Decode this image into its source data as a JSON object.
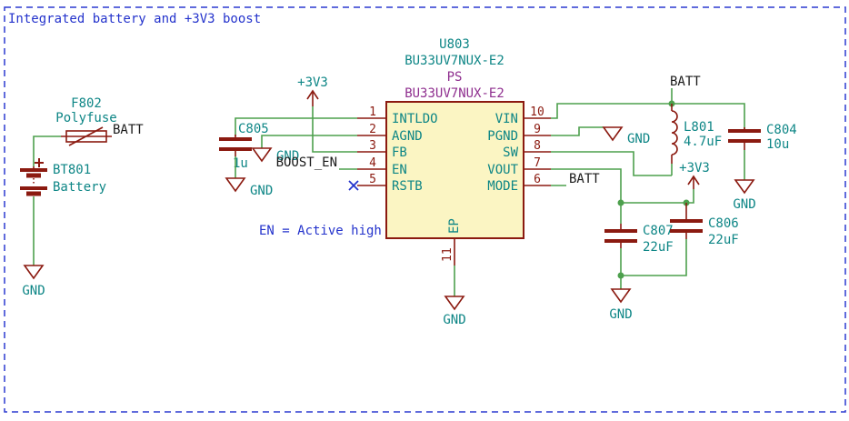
{
  "title": "Integrated battery and +3V3 boost",
  "note_en": "EN = Active high",
  "colors": {
    "border": "#2c3ad0",
    "annotation": "#2433cc",
    "wire": "#4da04d",
    "symbol": "#8b1a10",
    "field_ref": "#0e8686",
    "field_value2": "#8f2f8f",
    "label": "#1a1a1a",
    "ic_fill": "#fbf5c3"
  },
  "nets": {
    "batt": "BATT",
    "p3v3": "+3V3",
    "gnd": "GND",
    "boost_en": "BOOST_EN"
  },
  "components": {
    "fuse": {
      "ref": "F802",
      "value": "Polyfuse"
    },
    "battery": {
      "ref": "BT801",
      "value": "Battery"
    },
    "c805": {
      "ref": "C805",
      "value": "1u"
    },
    "c804": {
      "ref": "C804",
      "value": "10u"
    },
    "c807": {
      "ref": "C807",
      "value": "22uF"
    },
    "c806": {
      "ref": "C806",
      "value": "22uF"
    },
    "l801": {
      "ref": "L801",
      "value": "4.7uF"
    },
    "u803": {
      "ref": "U803",
      "lib_id": "BU33UV7NUX-E2",
      "value_top": "PS",
      "value": "BU33UV7NUX-E2"
    }
  },
  "ic_pins": {
    "left": [
      {
        "num": "1",
        "name": "INTLDO"
      },
      {
        "num": "2",
        "name": "AGND"
      },
      {
        "num": "3",
        "name": "FB"
      },
      {
        "num": "4",
        "name": "EN"
      },
      {
        "num": "5",
        "name": "RSTB"
      }
    ],
    "right": [
      {
        "num": "10",
        "name": "VIN"
      },
      {
        "num": "9",
        "name": "PGND"
      },
      {
        "num": "8",
        "name": "SW"
      },
      {
        "num": "7",
        "name": "VOUT"
      },
      {
        "num": "6",
        "name": "MODE"
      }
    ],
    "bottom": {
      "num": "11",
      "name": "EP"
    }
  }
}
